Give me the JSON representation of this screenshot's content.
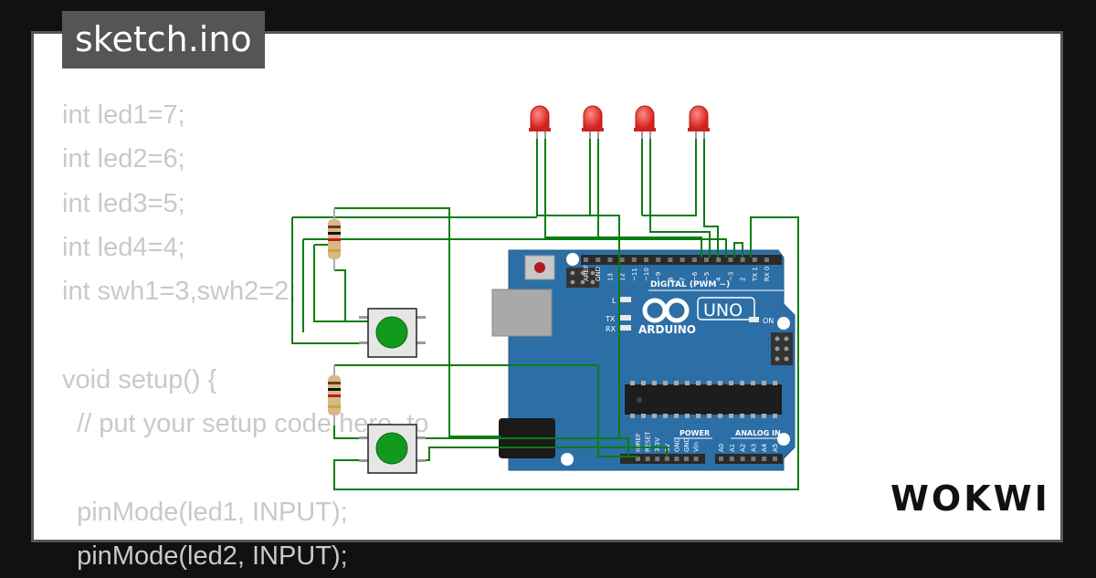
{
  "title": "sketch.ino",
  "brand": "WOKWI",
  "code_lines": [
    "int led1=7;",
    "int led2=6;",
    "int led3=5;",
    "int led4=4;",
    "int swh1=3,swh2=2;",
    "",
    "void setup() {",
    "  // put your setup code here, to",
    "",
    "  pinMode(led1, INPUT);",
    "  pinMode(led2, INPUT);"
  ],
  "board": {
    "logo_text": "ARDUINO",
    "model": "UNO",
    "digital_label": "DIGITAL (PWM ~)",
    "power_label": "POWER",
    "analog_label": "ANALOG IN",
    "on_label": "ON",
    "l_label": "L",
    "tx_label": "TX",
    "rx_label": "RX",
    "pin_labels_digital": [
      "AREF",
      "GND",
      "13",
      "12",
      "~11",
      "~10",
      "~9",
      "8",
      "7",
      "~6",
      "~5",
      "4",
      "~3",
      "2",
      "TX 1",
      "RX 0"
    ],
    "pin_labels_power": [
      "IOREF",
      "RESET",
      "3.3V",
      "5V",
      "GND",
      "GND",
      "Vin"
    ],
    "pin_labels_analog": [
      "A0",
      "A1",
      "A2",
      "A3",
      "A4",
      "A5"
    ]
  },
  "colors": {
    "background": "#111111",
    "card": "#ffffff",
    "tab": "#555555",
    "code_text": "#c9c9c9",
    "wire": "#0a7d12",
    "board": "#2c6fa6",
    "led": "#e0322e",
    "button": "#119a1c"
  }
}
